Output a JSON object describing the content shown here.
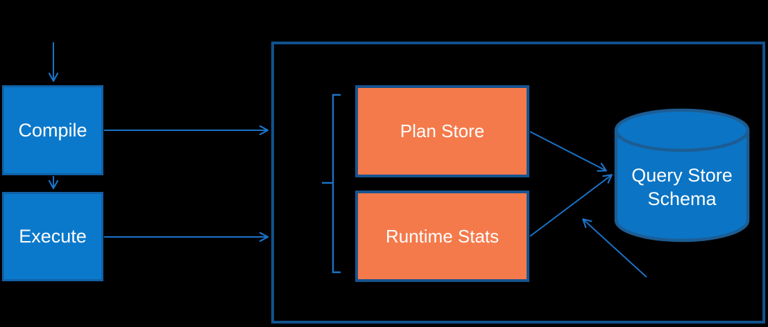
{
  "nodes": {
    "compile": {
      "label": "Compile"
    },
    "execute": {
      "label": "Execute"
    },
    "plan_store": {
      "label": "Plan Store"
    },
    "runtime_stats": {
      "label": "Runtime Stats"
    },
    "query_store_schema": {
      "label": "Query Store Schema"
    }
  },
  "edges": [
    {
      "from": "external-top",
      "to": "compile"
    },
    {
      "from": "compile",
      "to": "execute"
    },
    {
      "from": "compile",
      "to": "query-store-container"
    },
    {
      "from": "execute",
      "to": "query-store-container"
    },
    {
      "from": "plan-store",
      "to": "query-store-schema"
    },
    {
      "from": "runtime-stats",
      "to": "query-store-schema"
    },
    {
      "from": "unlabeled-bottom-right",
      "to": "query-store-schema"
    }
  ],
  "colors": {
    "background": "#000000",
    "node_fill": "#0b79cb",
    "node_border": "#1161a6",
    "store_fill": "#f57a4b",
    "store_border": "#17548f",
    "container_border": "#11528e",
    "cylinder_fill": "#0b74c4",
    "cylinder_border": "#1c5d94",
    "arrow": "#1b73c8",
    "label_text": "#ffffff"
  }
}
